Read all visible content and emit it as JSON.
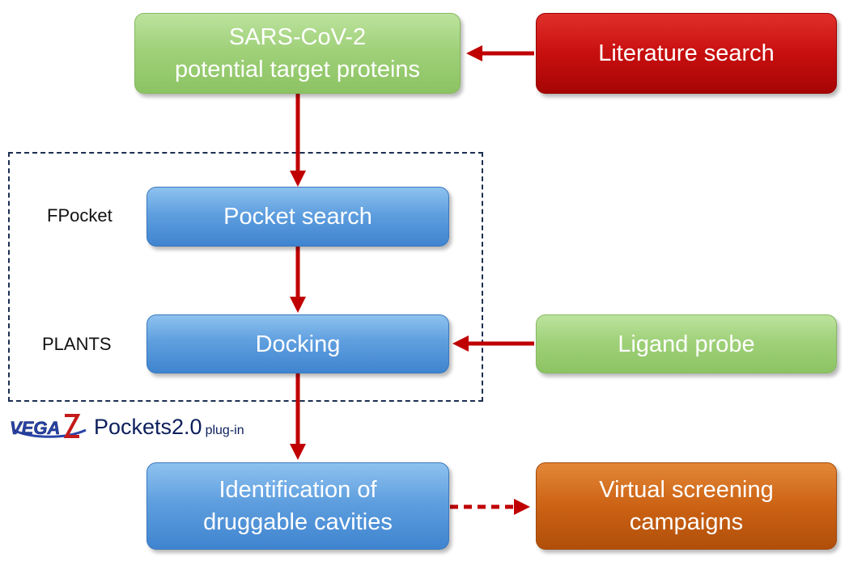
{
  "nodes": {
    "targets": {
      "line1": "SARS-CoV-2",
      "line2": "potential target proteins"
    },
    "literature": {
      "label": "Literature search"
    },
    "pocket": {
      "label": "Pocket search"
    },
    "docking": {
      "label": "Docking"
    },
    "ligand": {
      "label": "Ligand probe"
    },
    "identification": {
      "line1": "Identification of",
      "line2": "druggable cavities"
    },
    "screening": {
      "line1": "Virtual screening",
      "line2": "campaigns"
    }
  },
  "side_labels": {
    "fpocket": "FPocket",
    "plants": "PLANTS"
  },
  "plugin": {
    "logo_text": "VEGA",
    "name": "Pockets2.0",
    "suffix": "plug-in"
  },
  "colors": {
    "arrow": "#c00000",
    "dashed_border": "#1c2f52",
    "plugin_text": "#0d1f5c"
  }
}
